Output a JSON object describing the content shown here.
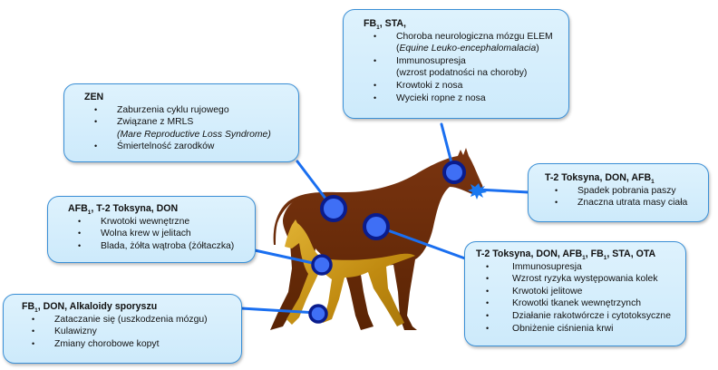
{
  "colors": {
    "box_fill": "#d6eefc",
    "box_border": "#3a8fd6",
    "connector": "#1a6ff0",
    "marker_fill": "#3f6ff5",
    "marker_ring": "#0a1c8c",
    "mare": "#6b2c05",
    "foal": "#c9960f"
  },
  "callouts": [
    {
      "id": "fb1-sta",
      "title": {
        "parts": [
          "FB",
          ", STA,"
        ],
        "subscripts": [
          "1"
        ]
      },
      "items": [
        {
          "text": "Choroba neurologiczna mózgu ELEM",
          "cont_prefix": "(",
          "cont_italic": "Equine Leuko-encephalomalacia",
          "cont_suffix": ")"
        },
        {
          "text": "Immunosupresja",
          "cont": "(wzrost podatności na choroby)"
        },
        {
          "text": "Krowtoki z nosa"
        },
        {
          "text": "Wycieki ropne z nosa"
        }
      ],
      "target": "mare-head"
    },
    {
      "id": "zen",
      "title": {
        "parts": [
          "ZEN"
        ]
      },
      "items": [
        {
          "text": "Zaburzenia cyklu rujowego"
        },
        {
          "text": "Związane z MRLS",
          "cont_italic": "(Mare Reproductive Loss Syndrome)"
        },
        {
          "text": "Śmiertelność zarodków"
        }
      ],
      "target": "mare-back"
    },
    {
      "id": "afb1-t2-don",
      "title": {
        "parts": [
          "AFB",
          ", T-2 Toksyna, DON"
        ],
        "subscripts": [
          "1"
        ]
      },
      "items": [
        {
          "text": "Krwotoki wewnętrzne"
        },
        {
          "text": "Wolna krew w jelitach"
        },
        {
          "text": "Blada, żółta wątroba (żółtaczka)"
        }
      ],
      "target": "foal-body"
    },
    {
      "id": "fb1-don-alkaloidy",
      "title": {
        "parts": [
          "FB",
          ", DON, Alkaloidy sporyszu"
        ],
        "subscripts": [
          "1"
        ]
      },
      "items": [
        {
          "text": "Zataczanie się  (uszkodzenia mózgu)"
        },
        {
          "text": "Kulawizny"
        },
        {
          "text": "Zmiany chorobowe kopyt"
        }
      ],
      "target": "foal-hoof"
    },
    {
      "id": "t2-don-afb1",
      "title": {
        "parts": [
          "T-2 Toksyna, DON, AFB"
        ],
        "subscripts": [
          "1"
        ]
      },
      "items": [
        {
          "text": "Spadek pobrania paszy"
        },
        {
          "text": "Znaczna utrata masy ciała"
        }
      ],
      "target": "mare-nose"
    },
    {
      "id": "t2-don-afb1-fb1-sta-ota",
      "title": {
        "parts": [
          "T-2 Toksyna, DON, AFB",
          ", FB",
          ", STA, OTA"
        ],
        "subscripts": [
          "1",
          "1"
        ]
      },
      "items": [
        {
          "text": "Immunosupresja"
        },
        {
          "text": "Wzrost ryzyka występowania kolek"
        },
        {
          "text": "Krwotoki jelitowe"
        },
        {
          "text": "Krowotki tkanek wewnętrzynch"
        },
        {
          "text": "Działanie rakotwórcze i cytotoksyczne"
        },
        {
          "text": "Obniżenie ciśnienia krwi"
        }
      ],
      "target": "mare-belly"
    }
  ]
}
